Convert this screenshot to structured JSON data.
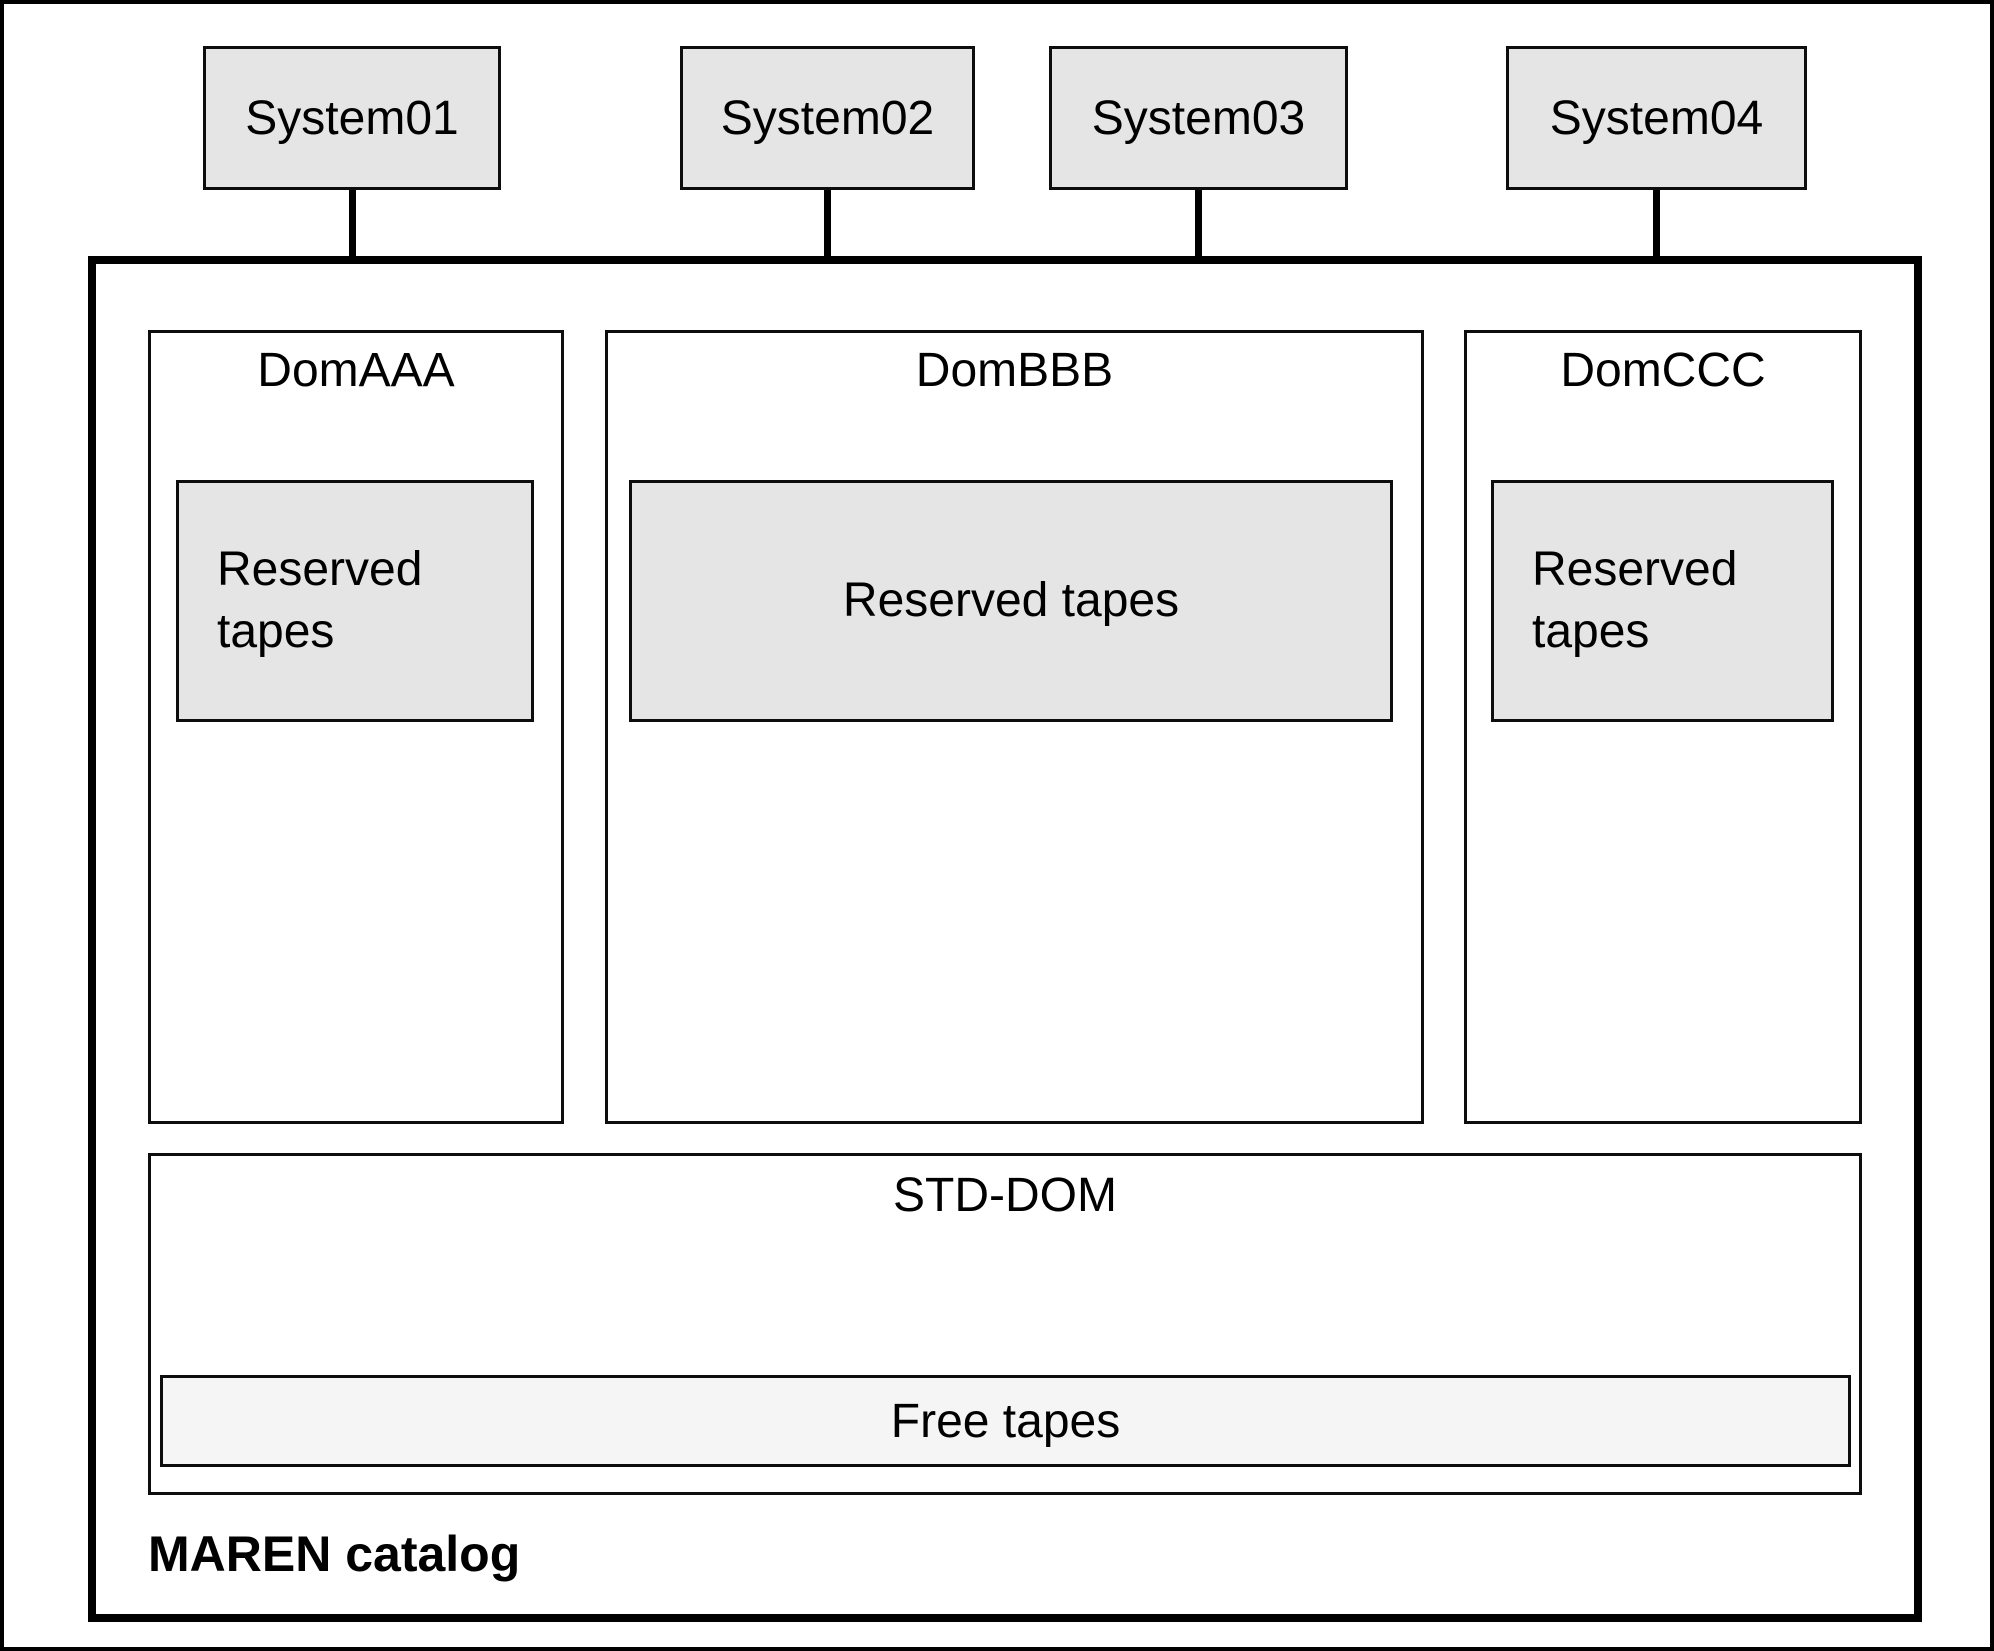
{
  "diagram": {
    "systems": [
      {
        "label": "System01"
      },
      {
        "label": "System02"
      },
      {
        "label": "System03"
      },
      {
        "label": "System04"
      }
    ],
    "catalog": {
      "label": "MAREN catalog",
      "domains": [
        {
          "name": "DomAAA",
          "reserved_label": "Reserved tapes"
        },
        {
          "name": "DomBBB",
          "reserved_label": "Reserved tapes"
        },
        {
          "name": "DomCCC",
          "reserved_label": "Reserved tapes"
        }
      ],
      "std_dom": {
        "name": "STD-DOM",
        "free_label": "Free tapes"
      }
    },
    "colors": {
      "box_fill": "#e5e5e5",
      "free_tapes_fill": "#f5f5f5",
      "border": "#000000",
      "background": "#ffffff"
    }
  }
}
